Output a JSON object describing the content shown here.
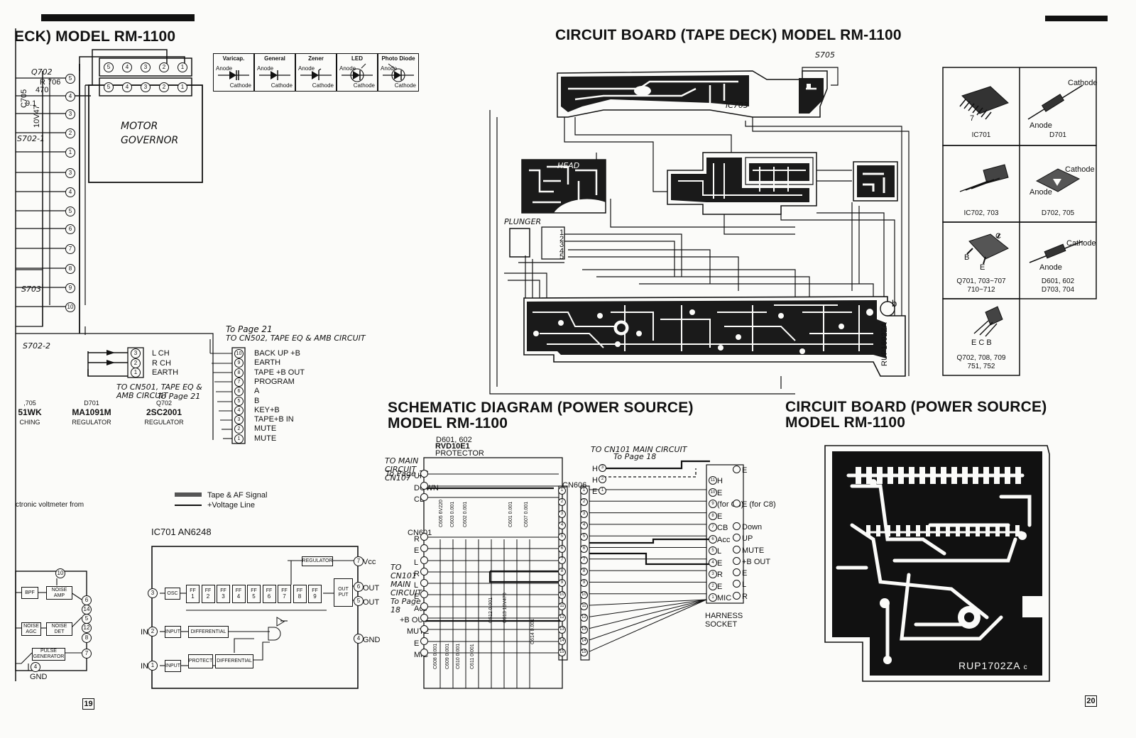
{
  "left_page": {
    "title": "ECK) MODEL RM-1100",
    "motor_governor": "MOTOR GOVERNOR",
    "labels": {
      "q702": "Q702",
      "r706": "R 706",
      "r706_val": "470",
      "c705": "C705",
      "c705_val": "10V47",
      "val_91": "9.1",
      "s702_1": "S702-1",
      "s703": "S703",
      "s702_2": "S702-2"
    },
    "connector_top_pins": [
      "5",
      "4",
      "3",
      "2",
      "1"
    ],
    "connector_top_pins_2": [
      "5",
      "4",
      "3",
      "2",
      "1"
    ],
    "left_column_pins": [
      "5",
      "4",
      "3",
      "2",
      "1",
      "3",
      "4",
      "5",
      "6",
      "7",
      "8",
      "9",
      "10"
    ],
    "semiconductor_symbols": [
      {
        "name": "Varicap.",
        "anode": "Anode",
        "cathode": "Cathode"
      },
      {
        "name": "General",
        "anode": "Anode",
        "cathode": "Cathode"
      },
      {
        "name": "Zener",
        "anode": "Anode",
        "cathode": "Cathode"
      },
      {
        "name": "LED",
        "anode": "Anode",
        "cathode": "Cathode"
      },
      {
        "name": "Photo Diode",
        "anode": "Anode",
        "cathode": "Cathode"
      }
    ],
    "ch_connector": {
      "pins": [
        "3",
        "2",
        "1"
      ],
      "labels": [
        "L CH",
        "R CH",
        "EARTH"
      ],
      "note": "TO CN501, TAPE EQ & AMB CIRCUIT"
    },
    "to_page_top": "To Page 21",
    "to_cn502": "TO CN502, TAPE EQ & AMB CIRCUIT",
    "to_page_mid": "To Page 21",
    "cn502_pins": [
      {
        "pin": "10",
        "label": "BACK UP +B"
      },
      {
        "pin": "9",
        "label": "EARTH"
      },
      {
        "pin": "8",
        "label": "TAPE +B OUT"
      },
      {
        "pin": "7",
        "label": "PROGRAM"
      },
      {
        "pin": "6",
        "label": "A"
      },
      {
        "pin": "5",
        "label": "B"
      },
      {
        "pin": "4",
        "label": "KEY+B"
      },
      {
        "pin": "3",
        "label": "TAPE+B IN"
      },
      {
        "pin": "2",
        "label": "MUTE"
      },
      {
        "pin": "1",
        "label": "MUTE"
      }
    ],
    "parts_list": [
      {
        "ref": "",
        "part": ",705",
        "sub": "51WK",
        "role": "CHING"
      },
      {
        "ref": "D701",
        "part": "MA1091M",
        "role": "REGULATOR"
      },
      {
        "ref": "Q702",
        "part": "2SC2001",
        "role": "REGULATOR"
      }
    ],
    "legend": [
      {
        "swatch": "thick",
        "label": "Tape & AF Signal"
      },
      {
        "swatch": "thin",
        "label": "+Voltage Line"
      }
    ],
    "voltmeter_note": "ctronic voltmeter from",
    "ic701_title": "IC701 AN6248",
    "ic701_blocks": {
      "regulator": "REGULATOR",
      "osc": "OSC",
      "input1": "INPUT",
      "input2": "INPUT",
      "differential1": "DIFFERENTIAL",
      "differential2": "DIFFERENTIAL",
      "protect": "PROTECT",
      "output": "OUT PUT",
      "ff": "FF",
      "vcc": "Vcc",
      "out1": "OUT",
      "out2": "OUT",
      "gnd": "GND",
      "in1": "IN",
      "in2": "IN"
    },
    "left_ic_blocks": {
      "bpf": "BPF",
      "noise_amp": "NOISE AMP",
      "noise_agc": "NOISE AGC",
      "noise_det": "NOISE DET",
      "pulse_gen": "PULSE GENERATOR",
      "gnd": "GND"
    },
    "page_number": "19"
  },
  "right_page": {
    "title_board": "CIRCUIT BOARD (TAPE DECK) MODEL RM-1100",
    "s705": "S705",
    "head": "HEAD",
    "plunger": "PLUNGER",
    "ic703": "IC703",
    "rup_label": "RUP1692ZA",
    "b_label": "b",
    "packages": [
      {
        "caption": "IC701",
        "pin": "7"
      },
      {
        "caption": "D701",
        "cathode": "Cathode",
        "anode": "Anode"
      },
      {
        "caption": "IC702, 703"
      },
      {
        "caption": "D702, 705",
        "cathode": "Cathode",
        "anode": "Anode"
      },
      {
        "caption": "Q701, 703~707\n710~712",
        "c": "C",
        "b": "B",
        "e": "E"
      },
      {
        "caption": "D601, 602\nD703, 704",
        "cathode": "Cathode",
        "anode": "Anode"
      },
      {
        "caption": "Q702, 708, 709\n751, 752",
        "ecb": "E C B"
      }
    ],
    "schematic_title_1": "SCHEMATIC DIAGRAM (POWER SOURCE)",
    "schematic_title_2": "MODEL RM-1100",
    "power_board_title_1": "CIRCUIT BOARD (POWER SOURCE)",
    "power_board_title_2": "MODEL RM-1100",
    "d601": "D601, 602",
    "rvd": "RVD10E1",
    "protector": "PROTECTOR",
    "to_main_cn107": "TO MAIN CIRCUIT CN107",
    "to_page_ps": "To Page 18",
    "cn601": "CN601",
    "cn606": "CN606",
    "to_cn101": "TO CN101 MAIN CIRCUIT",
    "to_page_18": "To Page 18",
    "to_cn_main": "TO CN101 MAIN CIRCUIT To Page 18",
    "harness": "HARNESS SOCKET",
    "ps_left_labels": [
      "UP",
      "DOWN",
      "CB",
      "R",
      "E",
      "L",
      "R",
      "L",
      "E",
      "Acc",
      "+B OUT",
      "MUTE",
      "E",
      "MIC"
    ],
    "ps_right_labels": [
      {
        "pin": "11",
        "label": "H"
      },
      {
        "pin": "10",
        "label": "E"
      },
      {
        "pin": "9",
        "label": "(for C8)"
      },
      {
        "pin": "8",
        "label": "E"
      },
      {
        "pin": "7",
        "label": "CB"
      },
      {
        "pin": "6",
        "label": "Acc"
      },
      {
        "pin": "5",
        "label": "L"
      },
      {
        "pin": "4",
        "label": "E"
      },
      {
        "pin": "3",
        "label": "R"
      },
      {
        "pin": "2",
        "label": "E"
      },
      {
        "pin": "1",
        "label": "MIC"
      }
    ],
    "ps_far_right": [
      "E",
      "E (for C8)",
      "Down",
      "UP",
      "MUTE",
      "+B OUT",
      "E",
      "L",
      "R"
    ],
    "top_pins": [
      "H",
      "H",
      "E"
    ],
    "caps": [
      "C605 6V220",
      "C603 0.001",
      "C602 0.001",
      "C601 0.001",
      "C607 0.001",
      "C608 0.001",
      "C609 0.001",
      "C610 0.001",
      "C611 0.001",
      "C612 0.001",
      "C613 16V470",
      "C614 0.001"
    ],
    "power_rup": "RUP1702ZA",
    "power_rup_suffix": "c",
    "page_number": "20"
  }
}
